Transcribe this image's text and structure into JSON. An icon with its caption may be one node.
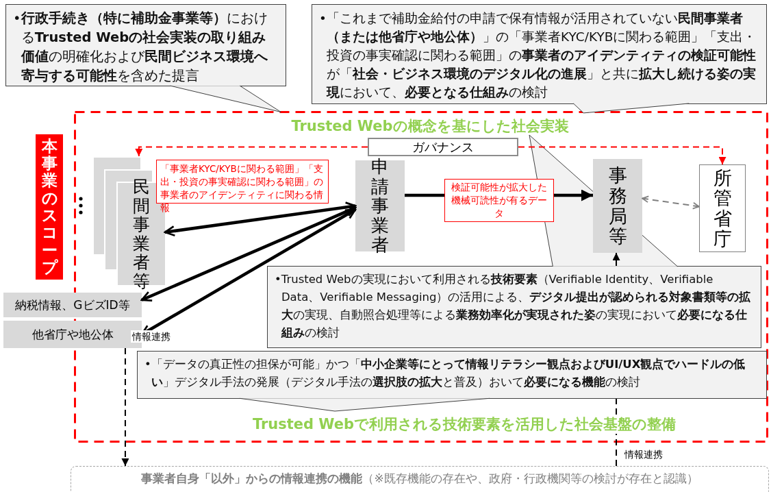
{
  "diagram": {
    "nodes": [
      {
        "text": [
          "•**行政手続き（特に補助金事業等）**における**Trusted Webの社会実装の取り組み価値**の明確化および**民間ビジネス環境へ寄与する可能性**を含めた提言"
        ]
      },
      {
        "text": [
          "•「これまで補助金給付の申請で保有情報が活用されていない**民間事業者（または他省庁や地公体）**」の「事業者KYC/KYBに関わる範囲」「支出・投資の事実確認に関わる範囲」の**事業者のアイデンティティの検証可能性**が「**社会・ビジネス環境のデジタル化の進展**」と共に**拡大し続ける姿の実現**において、**必要となる仕組み**の検討"
        ]
      },
      {
        "text": [
          "Trusted Webの概念を基にした社会実装",
          "Trusted Webで利用される技術要素を活用した社会基盤の整備"
        ]
      },
      {
        "text": [
          "本事業のスコープ"
        ]
      },
      {
        "text": [
          "ガバナンス"
        ],
        "in": 2
      },
      {
        "text": [
          "民間事業者等"
        ],
        "in": 2
      },
      {
        "text": [
          "「事業者KYC/KYBに関わる範囲」「支出・投資の事実確認に関わる範囲」の事業者のアイデンティティに関わる情報"
        ],
        "in": 2
      },
      {
        "text": [
          "申請事業者"
        ],
        "in": 2
      },
      {
        "text": [
          "事務局等"
        ],
        "in": 2
      },
      {
        "text": [
          "所管省庁"
        ],
        "in": 2
      },
      {
        "text": [
          "納税情報、GビズID等"
        ]
      },
      {
        "text": [
          "他省庁や地公体"
        ]
      },
      {
        "text": [
          "•Trusted Webの実現において利用される**技術要素**（Verifiable Identity、Verifiable Data、Verifiable Messaging）の活用による、**デジタル提出が認められる対象書類等の拡大**の実現、自動照合処理等による**業務効率化が実現された姿**の実現において**必要になる仕組み**の検討"
        ],
        "in": 2
      },
      {
        "text": [
          "•「データの真正性の担保が可能」かつ「**中小企業等にとって情報リテラシー観点およびUI/UX観点でハードルの低い**」デジタル手法の発展（デジタル手法の**選択肢の拡大**と普及）おいて**必要になる機能**の検討"
        ],
        "in": 2
      },
      {
        "text": [
          "**事業者自身「以外」からの情報連携の機能**（※既存機能の存在や、政府・行政機関等の検討が存在と認識）"
        ]
      }
    ],
    "edges": [
      {
        "from": 4,
        "to": 5,
        "arrow": "to",
        "style": "dashed",
        "color": "#ff0000"
      },
      {
        "from": 4,
        "to": 9,
        "arrow": "to",
        "style": "dashed",
        "color": "#ff0000"
      },
      {
        "from": 7,
        "to": 5,
        "arrow": "both",
        "style": "thick"
      },
      {
        "from": 7,
        "to": 10,
        "arrow": "both",
        "style": "thick"
      },
      {
        "from": 7,
        "to": 11,
        "arrow": "both",
        "style": "thick"
      },
      {
        "from": 7,
        "to": 8,
        "arrow": "to",
        "style": "thick",
        "label": "検証可能性が拡大した機械可読性が有るデータ"
      },
      {
        "from": 8,
        "to": 9,
        "arrow": "both",
        "style": "dashed",
        "color": "#808080"
      },
      {
        "from": 12,
        "to": 8,
        "arrow": "to",
        "style": "dashed"
      },
      {
        "from": 14,
        "to": 13,
        "arrow": "none",
        "style": "dashed",
        "label": "情報連携"
      },
      {
        "from": 11,
        "to": 14,
        "arrow": "to",
        "style": "dashed",
        "label": "情報連携"
      },
      {
        "from": 0,
        "to": 2,
        "arrow": "none"
      },
      {
        "from": 1,
        "to": 2,
        "arrow": "none"
      },
      {
        "from": 12,
        "to": null,
        "arrow": "none"
      },
      {
        "from": 13,
        "to": null,
        "arrow": "none"
      }
    ]
  }
}
